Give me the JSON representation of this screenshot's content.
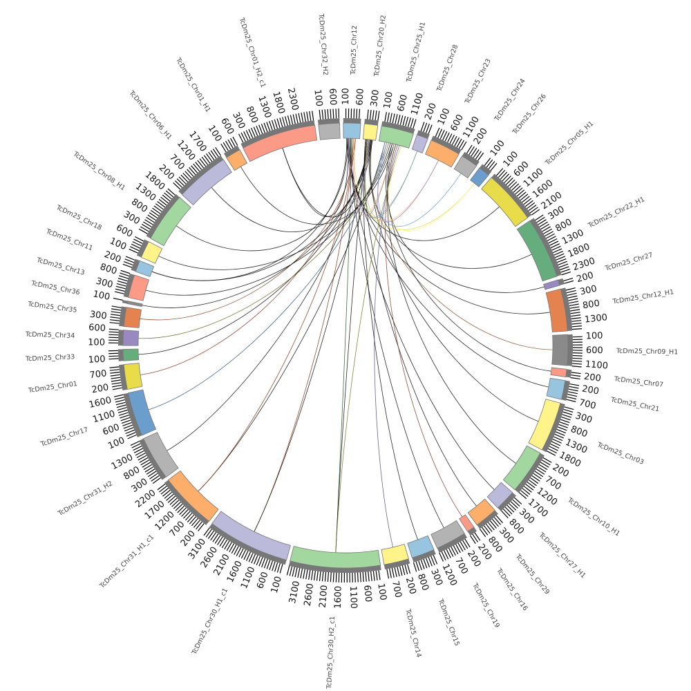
{
  "title": "",
  "tick_interval": 100,
  "colors": {
    "track": "#777777",
    "tick": "#000000",
    "link_default": "#111111",
    "sector_border": "#777777"
  },
  "sectors": [
    {
      "name": "TcDm25_Chr32_H2",
      "length": 825,
      "color": "#b3b3b3"
    },
    {
      "name": "TcDm25_Chr12",
      "length": 675,
      "color": "#97c5e0"
    },
    {
      "name": "TcDm25_Chr20_H2",
      "length": 525,
      "color": "#fff38a"
    },
    {
      "name": "TcDm25_Chr25_H1",
      "length": 1275,
      "color": "#a3d7a0"
    },
    {
      "name": "TcDm25_Chr28",
      "length": 450,
      "color": "#bcbadb"
    },
    {
      "name": "TcDm25_Chr23",
      "length": 1200,
      "color": "#fdae6b"
    },
    {
      "name": "TcDm25_Chr24",
      "length": 675,
      "color": "#b3b3b3"
    },
    {
      "name": "TcDm25_Chr26",
      "length": 450,
      "color": "#6b9ecc"
    },
    {
      "name": "TcDm25_Chr05_H1",
      "length": 2100,
      "color": "#e8dc4a"
    },
    {
      "name": "TcDm25_Chr22_H1",
      "length": 2400,
      "color": "#66ad7e"
    },
    {
      "name": "TcDm25_Chr27",
      "length": 225,
      "color": "#9a88c0"
    },
    {
      "name": "TcDm25_Chr12_H1",
      "length": 1650,
      "color": "#e58350"
    },
    {
      "name": "TcDm25_Chr09_H1",
      "length": 1200,
      "color": "#8a8a8a"
    },
    {
      "name": "TcDm25_Chr07",
      "length": 300,
      "color": "#fb9a86"
    },
    {
      "name": "TcDm25_Chr21",
      "length": 750,
      "color": "#97c5e0"
    },
    {
      "name": "TcDm25_Chr03",
      "length": 1950,
      "color": "#fff38a"
    },
    {
      "name": "TcDm25_Chr10_H1",
      "length": 1725,
      "color": "#a3d7a0"
    },
    {
      "name": "TcDm25_Chr27_H1",
      "length": 825,
      "color": "#bcbadb"
    },
    {
      "name": "TcDm25_Chr29",
      "length": 900,
      "color": "#fdae6b"
    },
    {
      "name": "TcDm25_Chr16",
      "length": 300,
      "color": "#fb9a86"
    },
    {
      "name": "TcDm25_Chr19",
      "length": 1200,
      "color": "#b3b3b3"
    },
    {
      "name": "TcDm25_Chr15",
      "length": 900,
      "color": "#97c5e0"
    },
    {
      "name": "TcDm25_Chr14",
      "length": 975,
      "color": "#fff38a"
    },
    {
      "name": "TcDm25_Chr30_H2_c1",
      "length": 3525,
      "color": "#a3d7a0"
    },
    {
      "name": "TcDm25_Chr30_H1_c1",
      "length": 3225,
      "color": "#bcbadb"
    },
    {
      "name": "TcDm25_Chr31_H1_c1",
      "length": 2250,
      "color": "#fdae6b"
    },
    {
      "name": "TcDm25_Chr31_H2",
      "length": 1725,
      "color": "#b3b3b3"
    },
    {
      "name": "TcDm25_Chr17",
      "length": 1725,
      "color": "#6b9ecc"
    },
    {
      "name": "TcDm25_Chr01",
      "length": 975,
      "color": "#e8dc4a"
    },
    {
      "name": "TcDm25_Chr33",
      "length": 450,
      "color": "#66ad7e"
    },
    {
      "name": "TcDm25_Chr34",
      "length": 600,
      "color": "#9a88c0"
    },
    {
      "name": "TcDm25_Chr35",
      "length": 750,
      "color": "#e58350"
    },
    {
      "name": "TcDm25_Chr36",
      "length": 105,
      "color": "#8a8a8a"
    },
    {
      "name": "TcDm25_Chr13",
      "length": 900,
      "color": "#fb9a86"
    },
    {
      "name": "TcDm25_Chr11",
      "length": 450,
      "color": "#97c5e0"
    },
    {
      "name": "TcDm25_Chr18",
      "length": 675,
      "color": "#fff38a"
    },
    {
      "name": "TcDm25_Chr08_H1",
      "length": 1950,
      "color": "#a3d7a0"
    },
    {
      "name": "TcDm25_Chr06_H1",
      "length": 2100,
      "color": "#bcbadb"
    },
    {
      "name": "TcDm25_Chr01_H1",
      "length": 600,
      "color": "#fdae6b"
    },
    {
      "name": "TcDm25_Chr01_H2_c1",
      "length": 2925,
      "color": "#fb9a86"
    }
  ],
  "links": [
    {
      "from": 1,
      "to": 8,
      "color": "#111111"
    },
    {
      "from": 2,
      "to": 9,
      "color": "#111111"
    },
    {
      "from": 3,
      "to": 10,
      "color": "#111111"
    },
    {
      "from": 1,
      "to": 11,
      "color": "#111111"
    },
    {
      "from": 2,
      "to": 12,
      "color": "#8a5a3a"
    },
    {
      "from": 3,
      "to": 13,
      "color": "#111111"
    },
    {
      "from": 1,
      "to": 14,
      "color": "#111111"
    },
    {
      "from": 2,
      "to": 15,
      "color": "#111111"
    },
    {
      "from": 3,
      "to": 16,
      "color": "#111111"
    },
    {
      "from": 1,
      "to": 17,
      "color": "#111111"
    },
    {
      "from": 2,
      "to": 18,
      "color": "#111111"
    },
    {
      "from": 3,
      "to": 19,
      "color": "#8a3a2a"
    },
    {
      "from": 1,
      "to": 20,
      "color": "#111111"
    },
    {
      "from": 2,
      "to": 21,
      "color": "#111111"
    },
    {
      "from": 3,
      "to": 22,
      "color": "#555588"
    },
    {
      "from": 1,
      "to": 23,
      "color": "#2e5a3a"
    },
    {
      "from": 2,
      "to": 23,
      "color": "#111111"
    },
    {
      "from": 3,
      "to": 23,
      "color": "#7a7a2a"
    },
    {
      "from": 1,
      "to": 24,
      "color": "#8a3a1a"
    },
    {
      "from": 2,
      "to": 24,
      "color": "#111111"
    },
    {
      "from": 3,
      "to": 25,
      "color": "#111111"
    },
    {
      "from": 1,
      "to": 25,
      "color": "#8a3a1a"
    },
    {
      "from": 2,
      "to": 26,
      "color": "#111111"
    },
    {
      "from": 3,
      "to": 27,
      "color": "#3a5a7a"
    },
    {
      "from": 1,
      "to": 28,
      "color": "#8a3a2a"
    },
    {
      "from": 2,
      "to": 29,
      "color": "#111111"
    },
    {
      "from": 3,
      "to": 30,
      "color": "#6a6a2a"
    },
    {
      "from": 1,
      "to": 31,
      "color": "#8a4a2a"
    },
    {
      "from": 2,
      "to": 32,
      "color": "#111111"
    },
    {
      "from": 3,
      "to": 33,
      "color": "#111111"
    },
    {
      "from": 1,
      "to": 34,
      "color": "#111111"
    },
    {
      "from": 2,
      "to": 34,
      "color": "#111111"
    },
    {
      "from": 3,
      "to": 35,
      "color": "#111111"
    },
    {
      "from": 1,
      "to": 36,
      "color": "#111111"
    },
    {
      "from": 2,
      "to": 37,
      "color": "#111111"
    },
    {
      "from": 3,
      "to": 38,
      "color": "#111111"
    },
    {
      "from": 1,
      "to": 39,
      "color": "#111111"
    },
    {
      "from": 2,
      "to": 39,
      "color": "#111111"
    },
    {
      "from": 1,
      "to": 4,
      "color": "#9a88c0"
    },
    {
      "from": 2,
      "to": 5,
      "color": "#fdae6b"
    },
    {
      "from": 3,
      "to": 6,
      "color": "#6b9ecc"
    },
    {
      "from": 1,
      "to": 7,
      "color": "#e8dc4a"
    },
    {
      "from": 2,
      "to": 4,
      "color": "#66ad7e"
    },
    {
      "from": 3,
      "to": 5,
      "color": "#9a88c0"
    },
    {
      "from": 1,
      "to": 3,
      "color": "#fdae6b"
    },
    {
      "from": 2,
      "to": 3,
      "color": "#8a8a8a"
    },
    {
      "from": 1,
      "to": 2,
      "color": "#9a88c0"
    },
    {
      "from": 3,
      "to": 7,
      "color": "#fff38a"
    }
  ]
}
